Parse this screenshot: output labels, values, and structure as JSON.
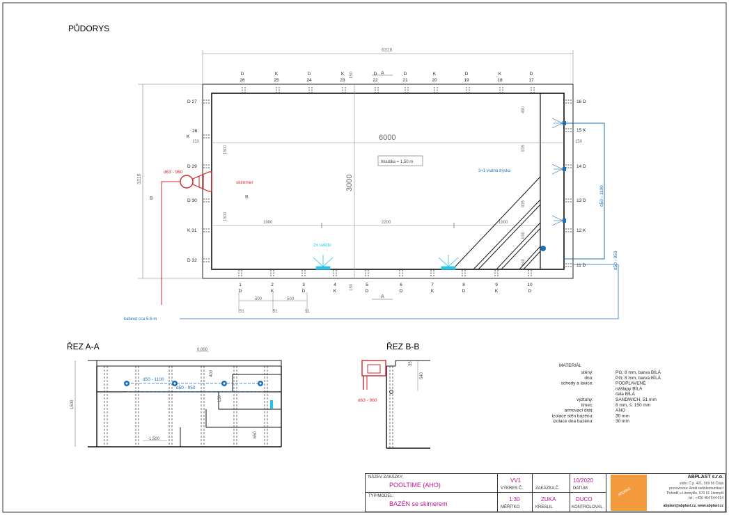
{
  "headings": {
    "plan": "PŮDORYS",
    "sectionA": "ŘEZ A-A",
    "sectionB": "ŘEZ B-B"
  },
  "dims": {
    "overall_w": "6316",
    "overall_h": "3316",
    "inner_w": "6000",
    "inner_h": "3000",
    "side150": "150",
    "depth": "hloubka = 1,50 m",
    "seg1": "1900",
    "seg2": "2200",
    "seg3": "1900",
    "left1500a": "1500",
    "left1500b": "1500",
    "v490": "490",
    "v835a": "835",
    "v835b": "835",
    "v690": "690",
    "v540": "540",
    "d500a": "500",
    "d500b": "500",
    "d51a": "51",
    "d51b": "51",
    "d51c": "51",
    "top150": "150",
    "bot150": "150"
  },
  "labels": {
    "pipe_red": "d63 - 960",
    "skimmer": "skimmer",
    "jets": "3+1 vratná tryska",
    "lights": "2x světlo",
    "cable": "kabinet cca 5-6 m",
    "pipe_blue1": "d50 - 1100",
    "pipe_blue2": "d50 - 950",
    "secA_p1": "d50 - 1100",
    "secA_p2": "d50 - 950",
    "secA_0": "0,000",
    "secA_400": "400",
    "secA_150": "150",
    "secA_1500": "1500",
    "secA_neg": "-1,500",
    "secA_650": "650",
    "secB_35": "35",
    "secB_540": "540",
    "secB_red": "d63 - 960"
  },
  "top_markers": [
    {
      "l": "D",
      "n": "26"
    },
    {
      "l": "K",
      "n": "25"
    },
    {
      "l": "D",
      "n": "24"
    },
    {
      "l": "K",
      "n": "23"
    },
    {
      "l": "D",
      "n": "22"
    },
    {
      "l": "D",
      "n": "21"
    },
    {
      "l": "K",
      "n": "20"
    },
    {
      "l": "D",
      "n": "19"
    },
    {
      "l": "K",
      "n": "18"
    },
    {
      "l": "D",
      "n": "17"
    }
  ],
  "bottom_markers": [
    {
      "n": "1",
      "l": "D"
    },
    {
      "n": "2",
      "l": "K"
    },
    {
      "n": "3",
      "l": "D"
    },
    {
      "n": "4",
      "l": "K"
    },
    {
      "n": "5",
      "l": "D"
    },
    {
      "n": "6",
      "l": "D"
    },
    {
      "n": "7",
      "l": "K"
    },
    {
      "n": "8",
      "l": "D"
    },
    {
      "n": "9",
      "l": "K"
    },
    {
      "n": "10",
      "l": "D"
    }
  ],
  "left_markers": [
    "D 27",
    "28",
    "K",
    "D 29",
    "D 30",
    "K 31",
    "D 32"
  ],
  "right_markers": [
    "16 D",
    "15 K",
    "14 D",
    "13 D",
    "12 K",
    "11 D"
  ],
  "material": {
    "title": "MATERIÁL",
    "rows": [
      [
        "stěny:",
        "PG, 8 mm, barva BÍLÁ"
      ],
      [
        "dno:",
        "PG, 8 mm, barva BÍLÁ"
      ],
      [
        "schody a lavice:",
        "PODPLAVENÉ"
      ],
      [
        "",
        "nášlapy BÍLÁ"
      ],
      [
        "",
        "čela BÍLÁ"
      ],
      [
        "výztuhy:",
        "SANDWICH, 51 mm"
      ],
      [
        "límec:",
        "8 mm, š. 150 mm"
      ],
      [
        "armovací drát:",
        "ANO"
      ],
      [
        "izolace stěn bazénu:",
        "30 mm"
      ],
      [
        "izolace dna bazénu:",
        "30 mm"
      ]
    ]
  },
  "titleblock": {
    "client_label": "NÁZEV ZAKÁZKY:",
    "client": "POOLTIME (AHO)",
    "type_label": "TYP/MODEL:",
    "type": "BAZÉN se skimerem",
    "drawing_no": "VV1",
    "drawing_no_label": "VÝKRES Č.",
    "order_label": "ZAKÁZKA Č.",
    "date": "10/2020",
    "date_label": "DATUM",
    "scale": "1:30",
    "scale_label": "MĚŘÍTKO",
    "drawn": "ZUKA",
    "drawn_label": "KRESLIL",
    "checked": "DUCO",
    "checked_label": "KONTROLOVAL",
    "company": "ABPLAST s.r.o.",
    "company_lines": [
      "sídlo: Č.p. 421, 569 56 Čistá",
      "provozovna: Areál radiokomunikací",
      "Pohodlí u Litomyšle, 570 01 Litomyšl",
      "tel.: +420 464 644 014"
    ],
    "email": "abplast@abplast.cz, www.abplast.cz",
    "logo": "abplast"
  },
  "colors": {
    "red": "#d6252b",
    "blue": "#1c6fb5",
    "cyan": "#25c4e6",
    "magenta": "#c0138e"
  }
}
